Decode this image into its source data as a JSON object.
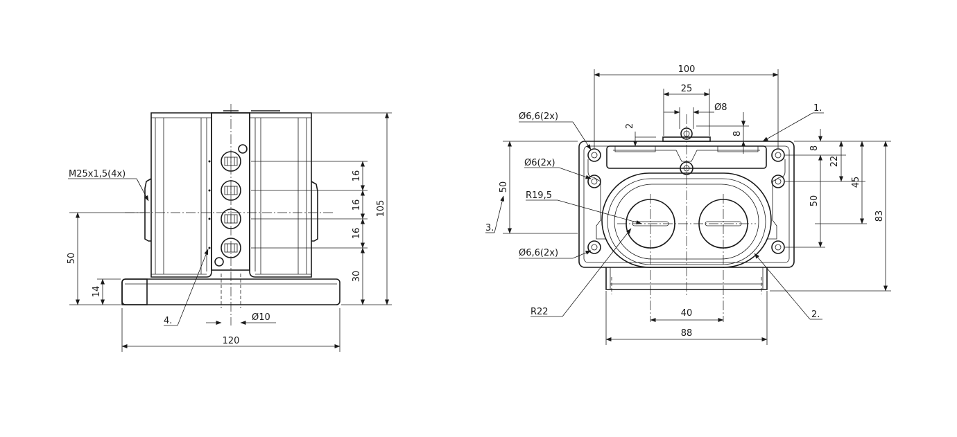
{
  "side_view": {
    "thread_label": "M25x1,5(4x)",
    "item_label": "4.",
    "dims": {
      "width": "120",
      "height_total": "105",
      "pitch_a": "16",
      "pitch_b": "16",
      "pitch_c": "16",
      "bottom_offset": "30",
      "base_height": "14",
      "center_height": "50",
      "shaft_diameter": "Ø10"
    }
  },
  "top_view": {
    "labels": {
      "item_1": "1.",
      "item_2": "2.",
      "item_3": "3.",
      "hole_top": "Ø6,6(2x)",
      "hole_mid": "Ø6(2x)",
      "hole_bottom": "Ø6,6(2x)",
      "radius_inner": "R19,5",
      "radius_outer": "R22"
    },
    "dims": {
      "overall_width": "100",
      "top_width": "25",
      "pin_diameter": "Ø8",
      "step": "2",
      "pin_height": "8",
      "top_offset": "8",
      "offset_22": "22",
      "offset_45": "45",
      "offset_50_right": "50",
      "overall_height": "83",
      "left_height": "50",
      "hole_spacing": "40",
      "base_width": "88"
    }
  }
}
